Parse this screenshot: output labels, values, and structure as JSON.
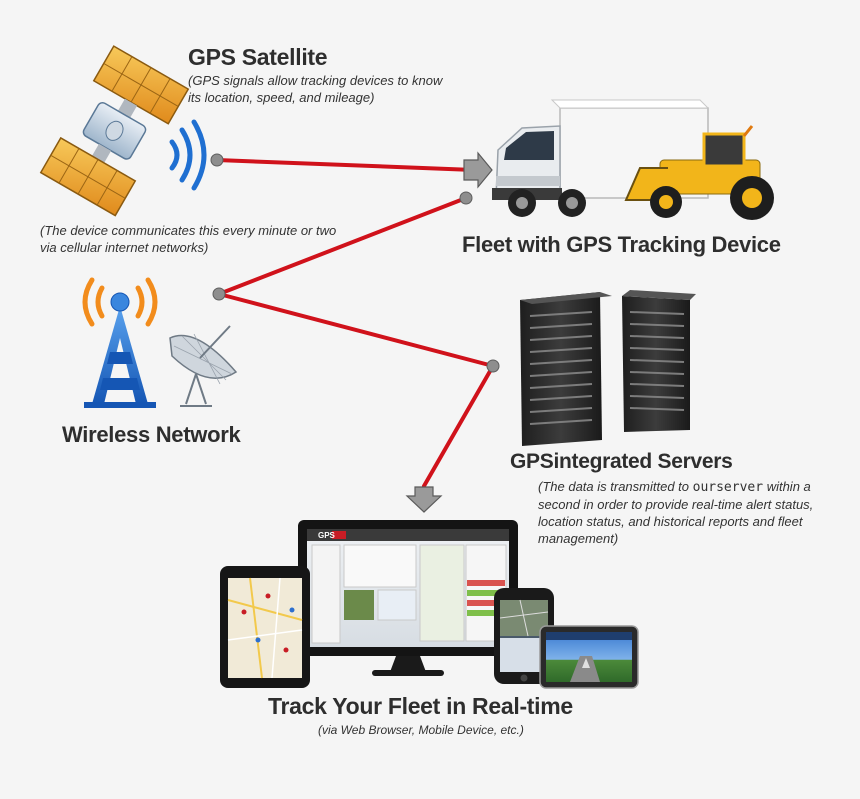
{
  "satellite": {
    "title": "GPS Satellite",
    "note": "(GPS signals allow tracking devices to know its location, speed, and mileage)"
  },
  "communication_note": "(The device communicates this every minute or two via cellular internet networks)",
  "fleet": {
    "title": "Fleet with GPS Tracking Device"
  },
  "wireless": {
    "title": "Wireless Network"
  },
  "servers": {
    "title_brand": "GPSintegrated",
    "title_rest": "Servers",
    "note_before": "(The data is transmitted to ",
    "note_mono": "ourserver",
    "note_after": " within a second in order to provide real-time alert status, location status, and historical reports and fleet management)"
  },
  "track": {
    "title": "Track Your Fleet in Real-time",
    "note": "(via Web Browser, Mobile Device, etc.)"
  },
  "monitor": {
    "brand": "GPS"
  },
  "colors": {
    "line": "#d0121b",
    "signal_blue": "#1f6fd1",
    "signal_orange": "#f28c1c",
    "truck_yellow": "#f2b51a",
    "server_dark": "#2b2b2b"
  }
}
